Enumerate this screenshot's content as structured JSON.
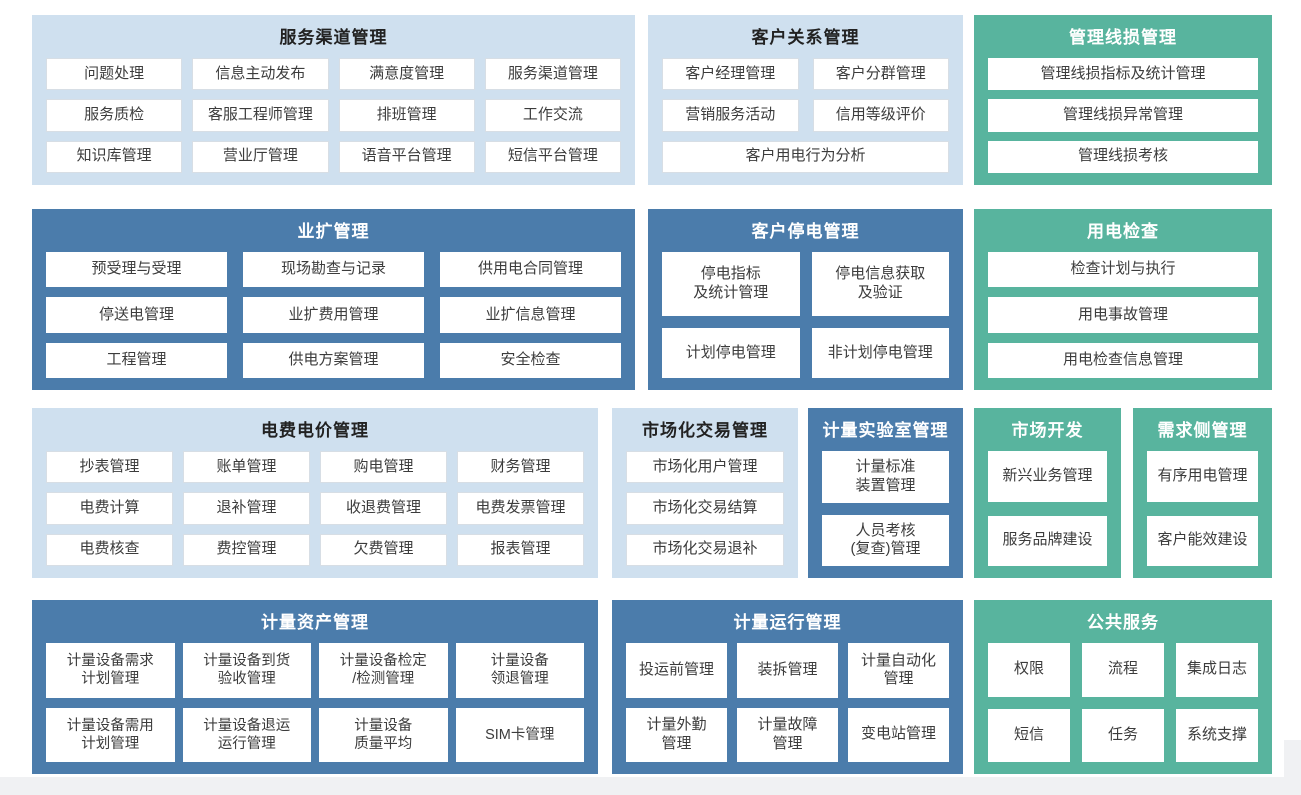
{
  "colors": {
    "light_blue_panel": "#cfe0ef",
    "dark_blue_panel": "#4b7cab",
    "green_panel": "#58b49e",
    "item_box": "#ffffff",
    "item_text": "#3c3c3c",
    "title_on_light": "#222222",
    "title_on_dark": "#ffffff",
    "page_background": "#ffffff",
    "edge_strip": "#f0f1f3"
  },
  "panels": [
    {
      "title": "服务渠道管理",
      "theme": "light",
      "items": [
        "问题处理",
        "信息主动发布",
        "满意度管理",
        "服务渠道管理",
        "服务质检",
        "客服工程师管理",
        "排班管理",
        "工作交流",
        "知识库管理",
        "营业厅管理",
        "语音平台管理",
        "短信平台管理"
      ]
    },
    {
      "title": "客户关系管理",
      "theme": "light",
      "items": [
        "客户经理管理",
        "客户分群管理",
        "营销服务活动",
        "信用等级评价",
        "客户用电行为分析"
      ]
    },
    {
      "title": "管理线损管理",
      "theme": "green",
      "items": [
        "管理线损指标及统计管理",
        "管理线损异常管理",
        "管理线损考核"
      ]
    },
    {
      "title": "业扩管理",
      "theme": "dark",
      "items": [
        "预受理与受理",
        "现场勘查与记录",
        "供用电合同管理",
        "停送电管理",
        "业扩费用管理",
        "业扩信息管理",
        "工程管理",
        "供电方案管理",
        "安全检查"
      ]
    },
    {
      "title": "客户停电管理",
      "theme": "dark",
      "items": [
        "停电指标\n及统计管理",
        "停电信息获取\n及验证",
        "计划停电管理",
        "非计划停电管理"
      ]
    },
    {
      "title": "用电检查",
      "theme": "green",
      "items": [
        "检查计划与执行",
        "用电事故管理",
        "用电检查信息管理"
      ]
    },
    {
      "title": "电费电价管理",
      "theme": "light",
      "items": [
        "抄表管理",
        "账单管理",
        "购电管理",
        "财务管理",
        "电费计算",
        "退补管理",
        "收退费管理",
        "电费发票管理",
        "电费核查",
        "费控管理",
        "欠费管理",
        "报表管理"
      ]
    },
    {
      "title": "市场化交易管理",
      "theme": "light",
      "items": [
        "市场化用户管理",
        "市场化交易结算",
        "市场化交易退补"
      ]
    },
    {
      "title": "计量实验室管理",
      "theme": "dark",
      "items": [
        "计量标准\n装置管理",
        "人员考核\n(复查)管理"
      ]
    },
    {
      "title": "市场开发",
      "theme": "green",
      "items": [
        "新兴业务管理",
        "服务品牌建设"
      ]
    },
    {
      "title": "需求侧管理",
      "theme": "green",
      "items": [
        "有序用电管理",
        "客户能效建设"
      ]
    },
    {
      "title": "计量资产管理",
      "theme": "dark",
      "items": [
        "计量设备需求\n计划管理",
        "计量设备到货\n验收管理",
        "计量设备检定\n/检测管理",
        "计量设备\n领退管理",
        "计量设备需用\n计划管理",
        "计量设备退运\n运行管理",
        "计量设备\n质量平均",
        "SIM卡管理"
      ]
    },
    {
      "title": "计量运行管理",
      "theme": "dark",
      "items": [
        "投运前管理",
        "装拆管理",
        "计量自动化\n管理",
        "计量外勤\n管理",
        "计量故障\n管理",
        "变电站管理"
      ]
    },
    {
      "title": "公共服务",
      "theme": "green",
      "items": [
        "权限",
        "流程",
        "集成日志",
        "短信",
        "任务",
        "系统支撑"
      ]
    }
  ]
}
